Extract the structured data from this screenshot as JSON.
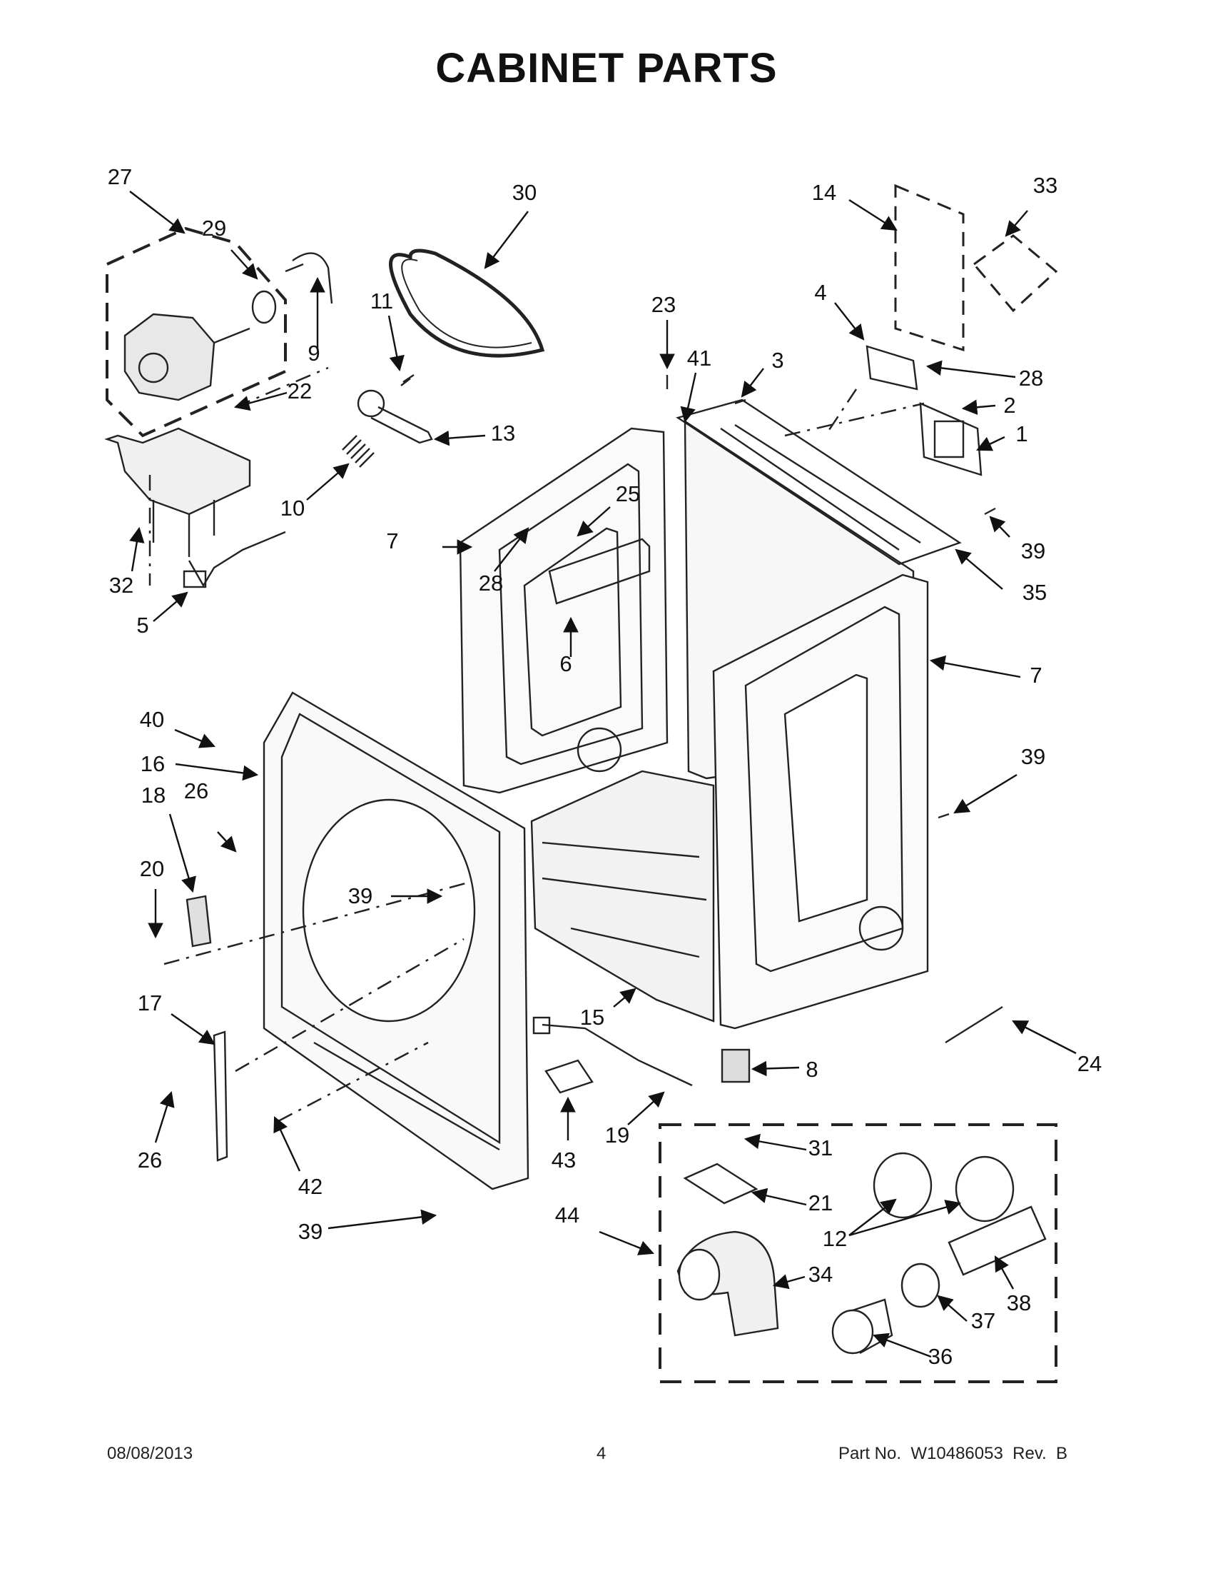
{
  "title": "CABINET PARTS",
  "footer": {
    "date": "08/08/2013",
    "page": "4",
    "part_no": "Part No.  W10486053  Rev.  B"
  },
  "labels": [
    "27",
    "29",
    "9",
    "30",
    "11",
    "22",
    "13",
    "10",
    "32",
    "5",
    "23",
    "41",
    "3",
    "14",
    "33",
    "4",
    "28",
    "2",
    "1",
    "39",
    "35",
    "7",
    "25",
    "28",
    "6",
    "7",
    "39",
    "40",
    "16",
    "18",
    "26",
    "20",
    "39",
    "15",
    "24",
    "8",
    "17",
    "26",
    "42",
    "43",
    "19",
    "31",
    "21",
    "12",
    "44",
    "34",
    "38",
    "37",
    "36",
    "39"
  ]
}
